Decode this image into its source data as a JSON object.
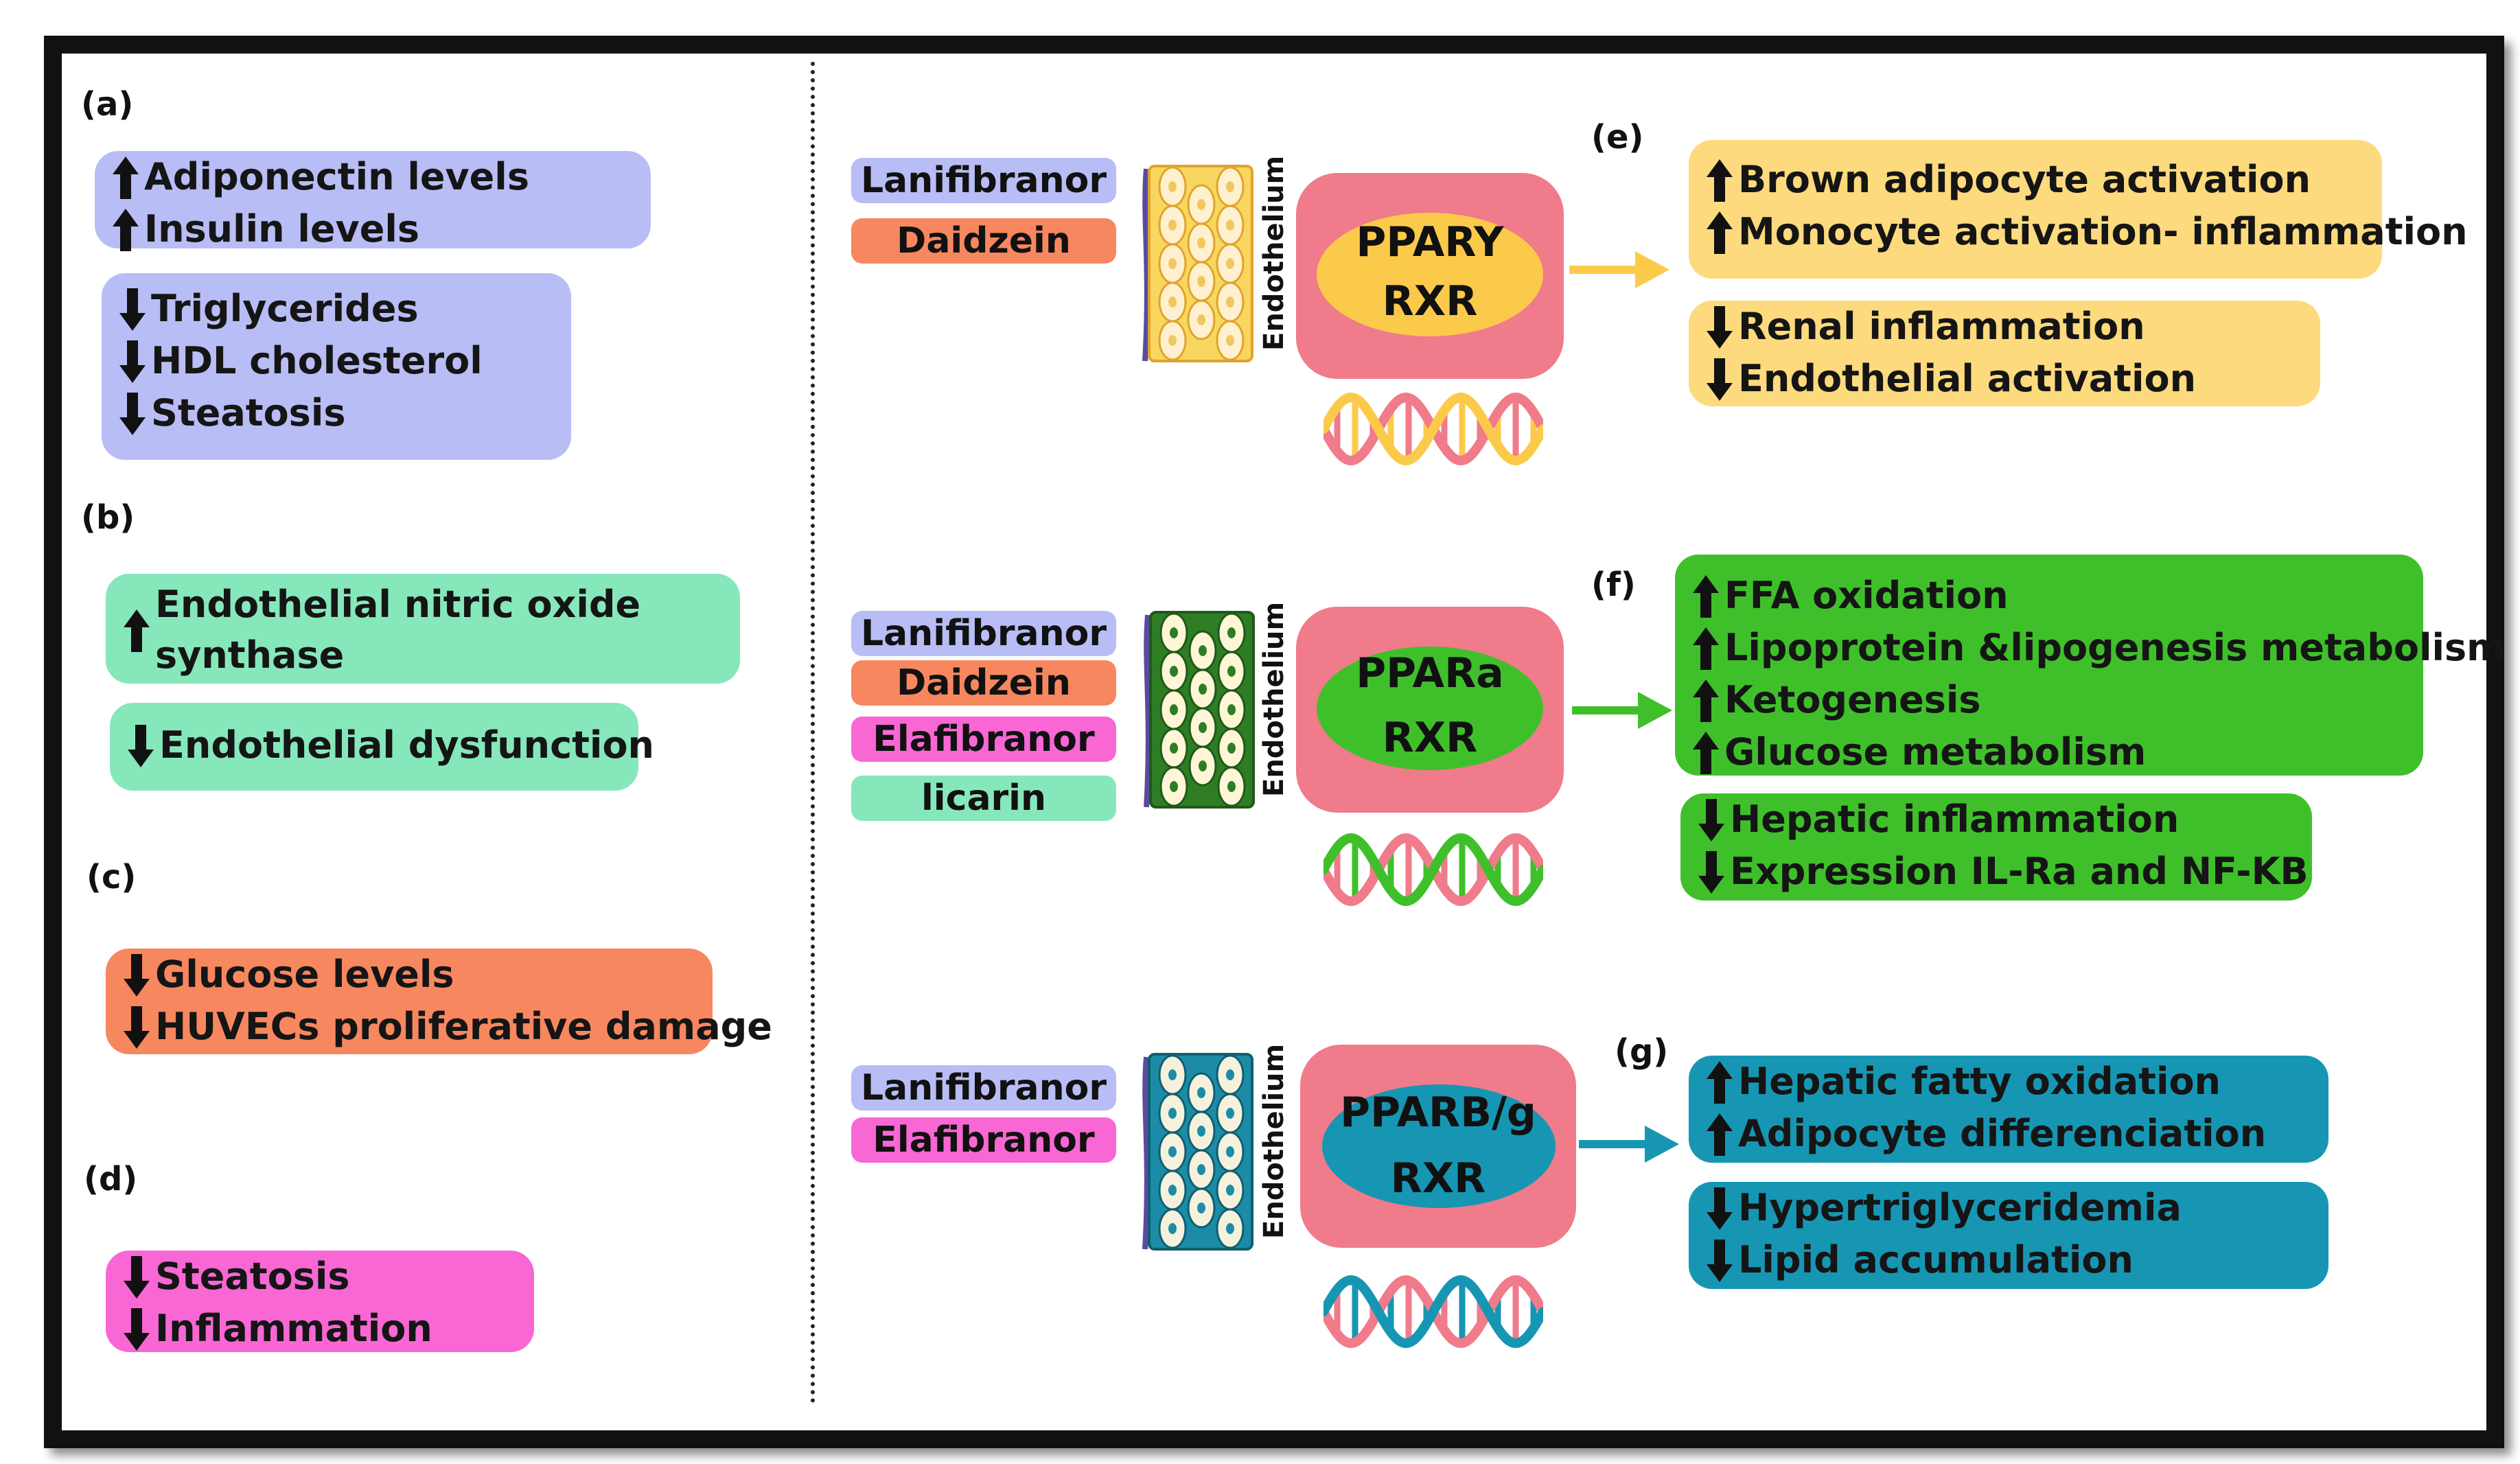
{
  "left": {
    "a": {
      "label": "(a)",
      "box1": [
        "Adiponectin levels",
        "Insulin levels"
      ],
      "box2": [
        "Triglycerides",
        "HDL cholesterol",
        "Steatosis"
      ]
    },
    "b": {
      "label": "(b)",
      "box1": [
        "Endothelial nitric oxide",
        "synthase"
      ],
      "box2": [
        "Endothelial dysfunction"
      ]
    },
    "c": {
      "label": "(c)",
      "box1": [
        "Glucose levels",
        "HUVECs proliferative damage"
      ]
    },
    "d": {
      "label": "(d)",
      "box1": [
        "Steatosis",
        "Inflammation"
      ]
    }
  },
  "rows": [
    {
      "drugs": [
        "Lanifibranor",
        "Daidzein"
      ],
      "endothelium": "Endothelium",
      "receptor_top": "PPARY",
      "receptor_bottom": "RXR",
      "label": "(e)",
      "up": [
        "Brown adipocyte activation",
        "Monocyte activation- inflammation"
      ],
      "down": [
        "Renal inflammation",
        "Endothelial activation"
      ]
    },
    {
      "drugs": [
        "Lanifibranor",
        "Daidzein",
        "Elafibranor",
        "licarin"
      ],
      "endothelium": "Endothelium",
      "receptor_top": "PPARa",
      "receptor_bottom": "RXR",
      "label": "(f)",
      "up": [
        "FFA oxidation",
        "Lipoprotein &lipogenesis metabolism",
        "Ketogenesis",
        "Glucose metabolism"
      ],
      "down": [
        "Hepatic inflammation",
        "Expression IL-Ra and NF-KB"
      ]
    },
    {
      "drugs": [
        "Lanifibranor",
        "Elafibranor"
      ],
      "endothelium": "Endothelium",
      "receptor_top": "PPARB/g",
      "receptor_bottom": "RXR",
      "label": "(g)",
      "up": [
        "Hepatic fatty oxidation",
        "Adipocyte differenciation"
      ],
      "down": [
        "Hypertriglyceridemia",
        "Lipid accumulation"
      ]
    }
  ],
  "colors": {
    "lavender": "#b9bdf5",
    "mint": "#86e7bb",
    "salmon": "#f7875f",
    "pink": "#f867d4",
    "yellow": "#fdda7e",
    "green": "#3fc02b",
    "teal": "#1796b3",
    "receptor": "#f07b8a"
  },
  "icons": [
    "up-arrow-icon",
    "down-arrow-icon",
    "right-arrow-icon",
    "dna-icon",
    "endothelial-cells-icon"
  ]
}
